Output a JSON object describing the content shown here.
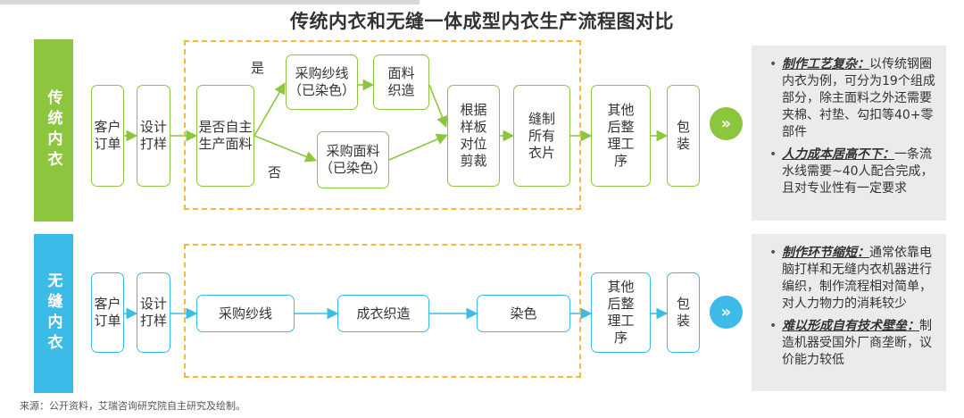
{
  "title": "传统内衣和无缝一体成型内衣生产流程图对比",
  "source": "来源：公开资料，艾瑞咨询研究院自主研究及绘制。",
  "traditional": {
    "label": "传统内衣",
    "nodes": {
      "order": "客户订单",
      "design": "设计打样",
      "decide": "是否自主生产面料",
      "buy_yarn": "采购纱线\n（已染色）",
      "weave": "面料\n织造",
      "buy_fabric": "采购面料\n（已染色）",
      "cut": "根据\n样板\n对位\n剪裁",
      "sew": "缝制\n所有\n衣片",
      "finish": "其他\n后整\n理工\n序",
      "pack": "包\n装"
    },
    "yes_label": "是",
    "no_label": "否",
    "notes": [
      {
        "keyword": "制作工艺复杂：",
        "text": "以传统钢圈内衣为例，可分为19个组成部分，除主面料之外还需要夹棉、衬垫、勾扣等40+零部件"
      },
      {
        "keyword": "人力成本居高不下：",
        "text": "一条流水线需要~40人配合完成，且对专业性有一定要求"
      }
    ]
  },
  "seamless": {
    "label": "无缝内衣",
    "nodes": {
      "order": "客户订单",
      "design": "设计打样",
      "buy_yarn": "采购纱线",
      "knit": "成衣织造",
      "dye": "染色",
      "finish": "其他\n后整\n理工\n序",
      "pack": "包\n装"
    },
    "notes": [
      {
        "keyword": "制作环节缩短：",
        "text": "通常依靠电脑打样和无缝内衣机器进行编织，制作流程相对简单，对人力物力的消耗较少"
      },
      {
        "keyword": "难以形成自有技术壁垒：",
        "text": "制造机器受国外厂商垄断，议价能力较低"
      }
    ]
  },
  "arrow_glyph": "»",
  "colors": {
    "green": "#8cc63f",
    "blue": "#3dbbe8",
    "dash": "#f5b942",
    "note_bg": "#ebebeb"
  }
}
